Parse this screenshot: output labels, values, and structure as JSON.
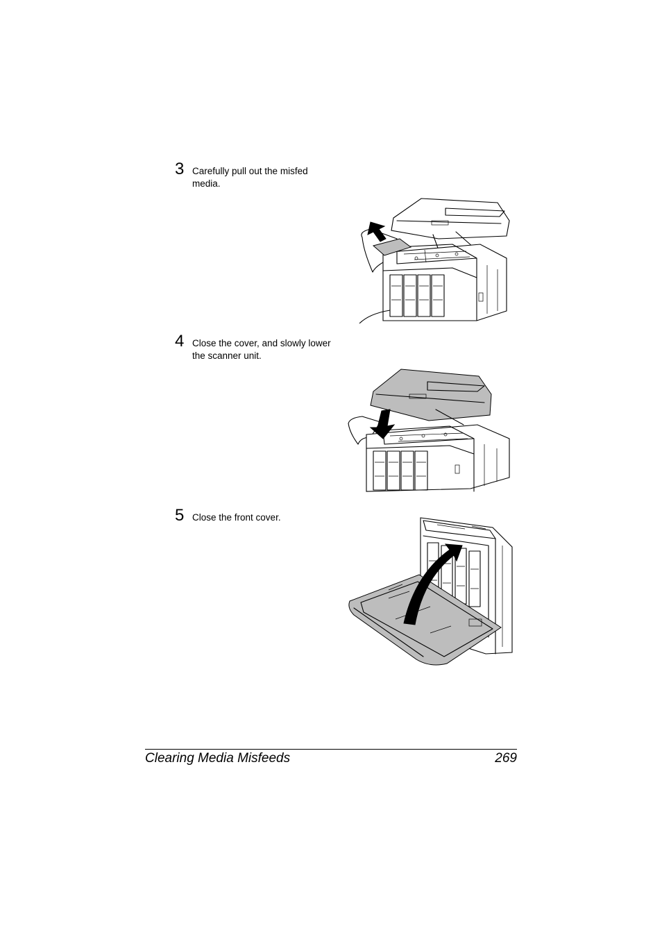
{
  "steps": [
    {
      "number": "3",
      "text": "Carefully pull out the misfed media."
    },
    {
      "number": "4",
      "text": "Close the cover, and slowly lower the scanner unit."
    },
    {
      "number": "5",
      "text": "Close the front cover."
    }
  ],
  "footer": {
    "title": "Clearing Media Misfeeds",
    "page": "269"
  }
}
